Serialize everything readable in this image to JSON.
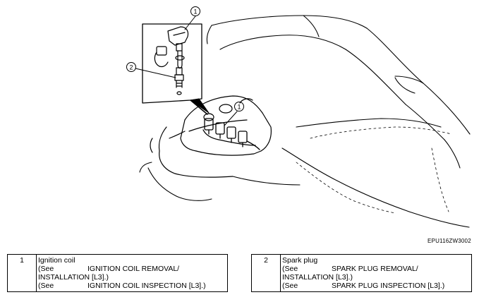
{
  "figure": {
    "code": "EPU116ZW3002",
    "callouts": [
      "1",
      "2",
      "1"
    ]
  },
  "legend": [
    {
      "number": "1",
      "title": "Ignition coil",
      "ref1_see": "(See",
      "ref1_text": "IGNITION COIL REMOVAL/",
      "ref1_cont": "INSTALLATION [L3].)",
      "ref2_see": "(See",
      "ref2_text": "IGNITION COIL INSPECTION [L3].)"
    },
    {
      "number": "2",
      "title": "Spark plug",
      "ref1_see": "(See",
      "ref1_text": "SPARK PLUG REMOVAL/",
      "ref1_cont": "INSTALLATION [L3].)",
      "ref2_see": "(See",
      "ref2_text": "SPARK PLUG INSPECTION [L3].)"
    }
  ]
}
